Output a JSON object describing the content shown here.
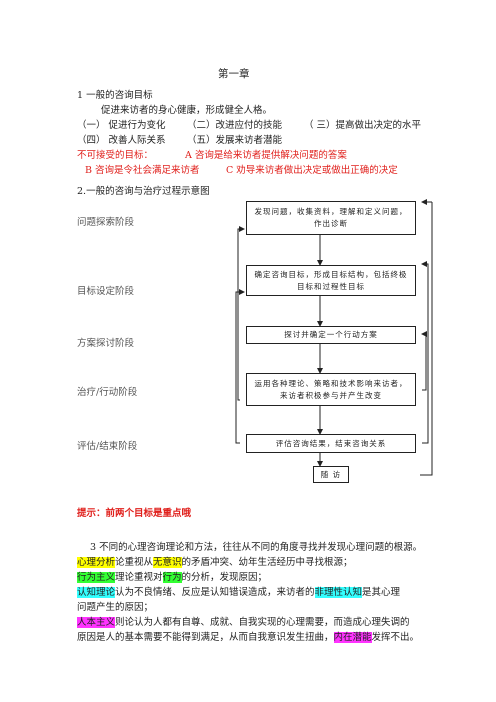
{
  "chapter_title": "第一章",
  "section1": {
    "heading": "1 一般的咨询目标",
    "goal": "促进来访者的身心健康，形成健全人格。",
    "items_row1": [
      "（一） 促进行为变化",
      "（二）改进应付的技能",
      "（ 三）提高做出决定的水平"
    ],
    "items_row2": [
      "（四） 改善人际关系",
      "（五）发展来访者潜能"
    ],
    "unacceptable_label": "不可接受的目标：",
    "unacceptable_a": "A 咨询是给来访者提供解决问题的答案",
    "unacceptable_b": "B 咨询是令社会满足来访者",
    "unacceptable_c": "C 劝导来访者做出决定或做出正确的决定"
  },
  "section2": {
    "heading": "2.一般的咨询与治疗过程示意图",
    "stages": [
      "问题探索阶段",
      "目标设定阶段",
      "方案探讨阶段",
      "治疗/行动阶段",
      "评估/结束阶段"
    ],
    "boxes": [
      "发现问题，收集资料，理解和定义问题，作出诊断",
      "确定咨询目标，形成目标结构，包括终极目标和过程性目标",
      "探讨并确定一个行动方案",
      "运用各种理论、策略和技术影响来访者，来访者积极参与并产生改变",
      "评估咨询结果，结束咨询关系",
      "随 访"
    ]
  },
  "tip": "提示：前两个目标是重点哦",
  "section3": {
    "line1": "3 不同的心理咨询理论和方法，往往从不同的角度寻找并发现心理问题的根源。",
    "line2": [
      "心理分析",
      "论重视从",
      "无意识",
      "的矛盾冲突、幼年生活经历中寻找根源；"
    ],
    "line3": [
      "行为主义",
      "理论重视对",
      "行为",
      "的分析，发现原因；"
    ],
    "line4": [
      "认知理论",
      "认为不良情绪、反应是认知错误造成，来访者的",
      "非理性认知",
      "是其心理"
    ],
    "line5": "问题产生的原因；",
    "line6": [
      "人本主义",
      "则论认为人都有自尊、成就、自我实现的心理需要，而造成心理失调的"
    ],
    "line7": [
      "原因是人的基本需要不能得到满足，从而自我意识发生扭曲，",
      "内在潜能",
      "发挥不出。"
    ]
  },
  "colors": {
    "red": "#e0201c",
    "yellow": "#ffff00",
    "green": "#33ff33",
    "cyan": "#33ffff",
    "magenta": "#ff33ff"
  }
}
